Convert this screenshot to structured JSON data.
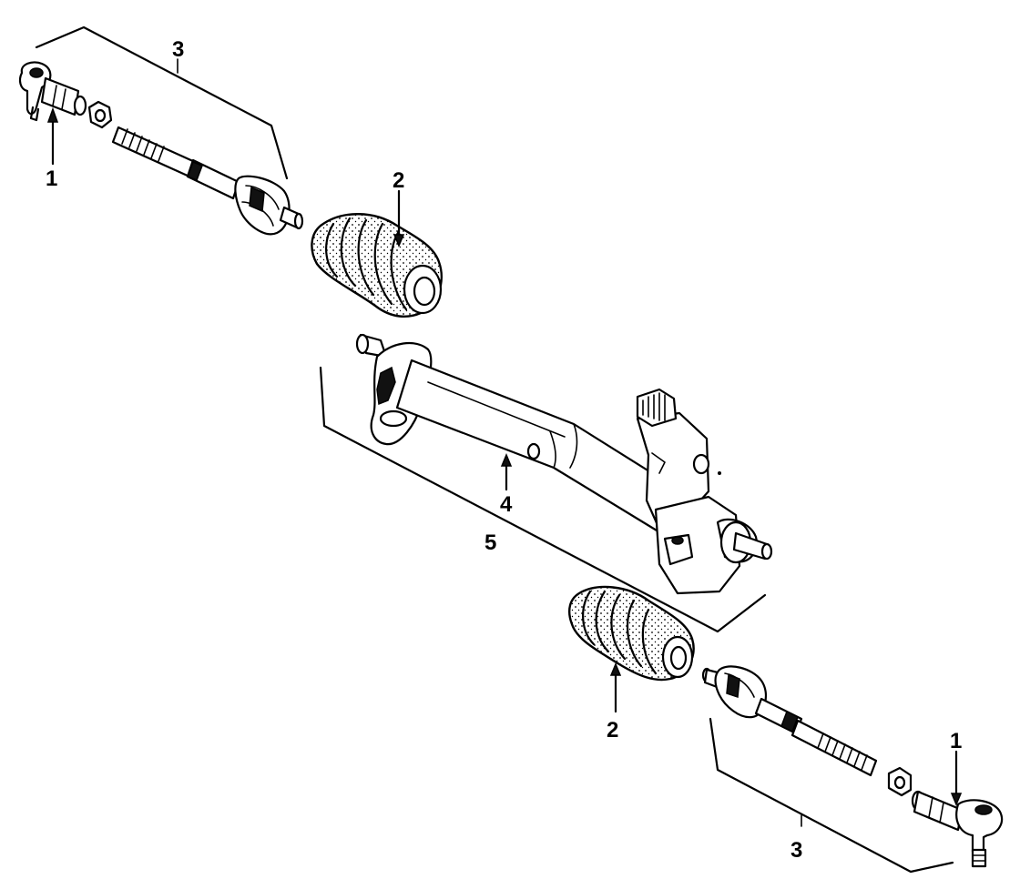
{
  "diagram": {
    "callouts": {
      "c1_upper": "1",
      "c1_lower": "1",
      "c2_upper": "2",
      "c2_lower": "2",
      "c3_upper": "3",
      "c3_lower": "3",
      "c4": "4",
      "c5": "5"
    }
  }
}
